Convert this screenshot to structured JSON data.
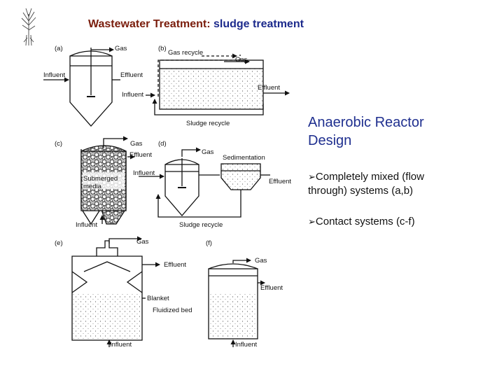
{
  "header": {
    "title_main": "Wastewater Treatment: ",
    "title_sub": "sludge treatment",
    "logo_icon": "plant-sketch-icon",
    "main_color": "#7a1d0c",
    "sub_color": "#1c2a8c"
  },
  "panel": {
    "heading_line1": "Anaerobic Reactor",
    "heading_line2": "Design",
    "heading_color": "#1f2f8f",
    "bullet_icon": "arrow-bullet-icon",
    "bullet_glyph": "➢",
    "bullets": [
      {
        "line1": "Completely mixed  (flow",
        "line2": "through) systems  (a,b)"
      },
      {
        "line1": "Contact systems (c-f)"
      }
    ]
  },
  "diagram": {
    "a": {
      "tag": "(a)",
      "gas": "Gas",
      "influent": "Influent",
      "effluent": "Effluent",
      "influent2": "Influent"
    },
    "b": {
      "tag": "(b)",
      "gas_recycle": "Gas recycle",
      "gas": "Gas",
      "effluent": "Effluent",
      "sludge_recycle": "Sludge recycle"
    },
    "c": {
      "tag": "(c)",
      "gas": "Gas",
      "effluent": "Effluent",
      "media1": "Submerged",
      "media2": "media",
      "influent": "Influent"
    },
    "d": {
      "tag": "(d)",
      "gas": "Gas",
      "sedimentation": "Sedimentation",
      "influent": "Influent",
      "effluent": "Effluent",
      "sludge_recycle": "Sludge recycle"
    },
    "e": {
      "tag": "(e)",
      "gas": "Gas",
      "effluent": "Effluent",
      "blanket": "Blanket",
      "fluidized": "Fluidized bed",
      "influent": "Influent"
    },
    "f": {
      "tag": "(f)",
      "gas": "Gas",
      "effluent": "Effluent",
      "influent": "Influent"
    }
  }
}
